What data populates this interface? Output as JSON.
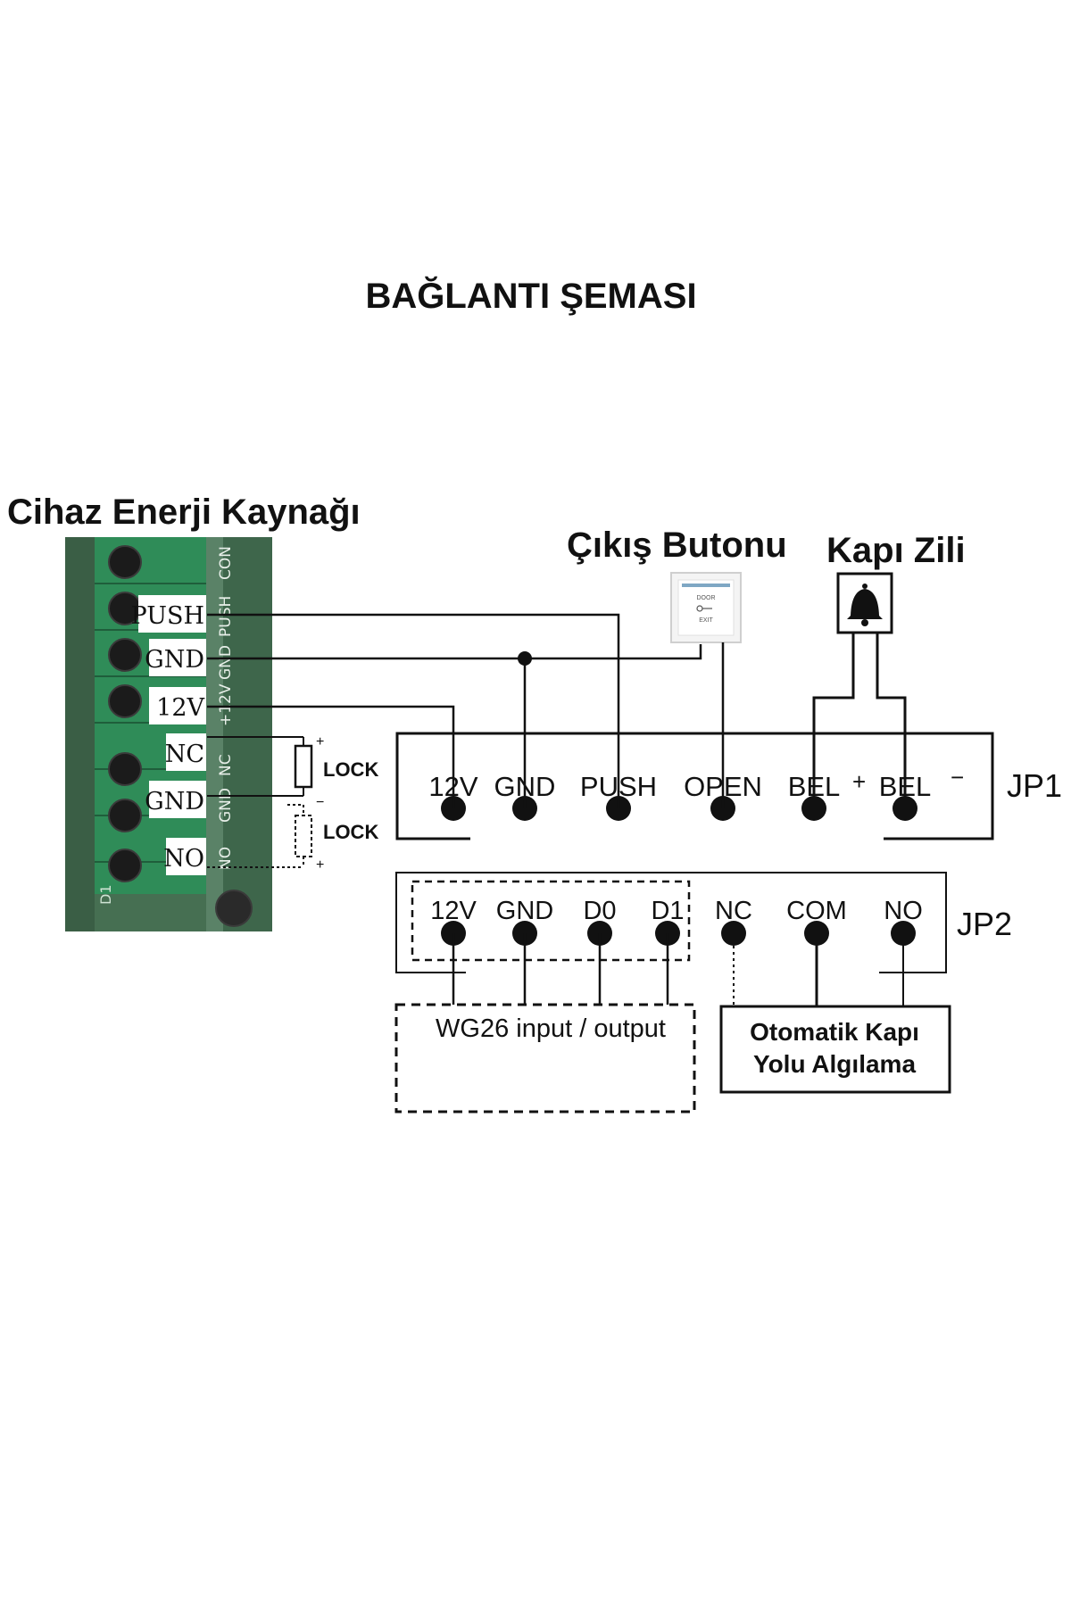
{
  "title": "BAĞLANTI ŞEMASI",
  "power_source": {
    "label": "Cihaz Enerji Kaynağı",
    "terminals": [
      "PUSH",
      "GND",
      "12V",
      "NC",
      "GND",
      "NO"
    ],
    "silk_labels": [
      "CON",
      "PUSH",
      "GND",
      "+12V",
      "NC",
      "GND",
      "NO"
    ],
    "board_mark": "D1"
  },
  "locks": {
    "lock1": {
      "label": "LOCK",
      "plus": "+",
      "minus": "−"
    },
    "lock2": {
      "label": "LOCK",
      "minus": "−",
      "plus": "+"
    }
  },
  "exit_button": {
    "label": "Çıkış Butonu",
    "icon": "exit-button-icon",
    "face_text": [
      "DOOR",
      "EXIT"
    ]
  },
  "doorbell": {
    "label": "Kapı Zili",
    "icon": "bell-icon"
  },
  "jp1": {
    "name": "JP1",
    "pins": [
      "12V",
      "GND",
      "PUSH",
      "OPEN",
      "BEL",
      "BEL"
    ],
    "polarity": [
      "+",
      "−"
    ]
  },
  "jp2": {
    "name": "JP2",
    "pins": [
      "12V",
      "GND",
      "D0",
      "D1",
      "NC",
      "COM",
      "NO"
    ]
  },
  "wiegand_box": {
    "label": "WG26 input / output"
  },
  "auto_door_box": {
    "line1": "Otomatik Kapı",
    "line2": "Yolu Algılama"
  },
  "colors": {
    "board": "#3d6a4a",
    "terminal_block": "#2e8a55",
    "ink": "#111111",
    "label_bg": "#ffffff"
  }
}
